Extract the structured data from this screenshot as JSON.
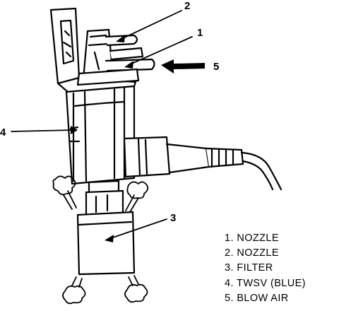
{
  "callouts": {
    "c1": "1",
    "c2": "2",
    "c3": "3",
    "c4": "4",
    "c5": "5"
  },
  "legend": [
    "1. NOZZLE",
    "2. NOZZLE",
    "3. FILTER",
    "4. TWSV (BLUE)",
    "5. BLOW AIR"
  ],
  "colors": {
    "ink": "#000000",
    "paper": "#ffffff"
  }
}
